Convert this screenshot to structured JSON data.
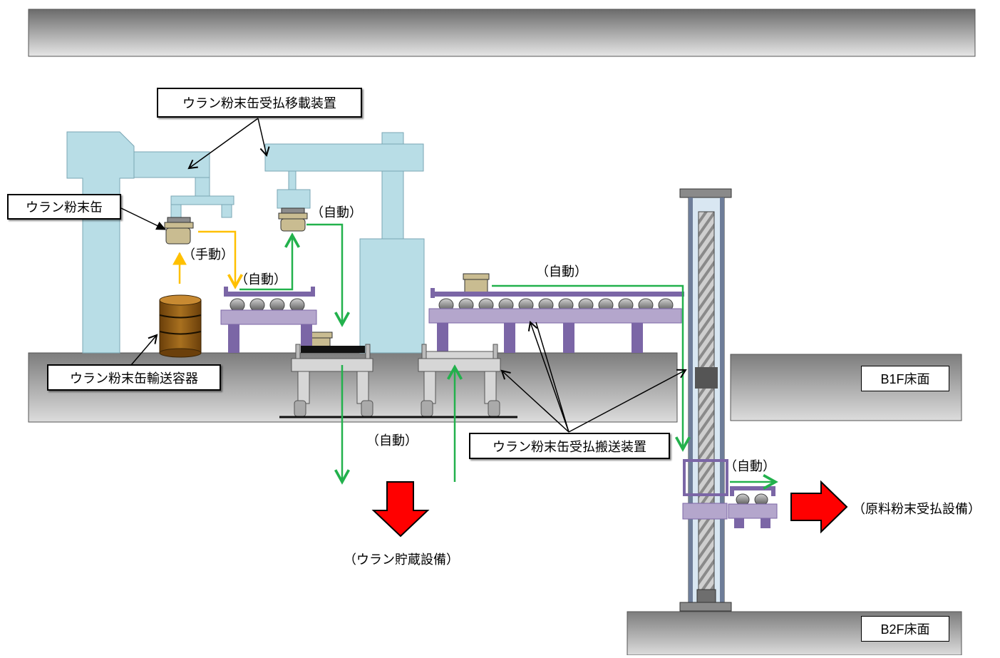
{
  "labels": {
    "transfer_device": "ウラン粉末缶受払移載装置",
    "powder_can": "ウラン粉末缶",
    "transport_container": "ウラン粉末缶輸送容器",
    "conveyor_device": "ウラン粉末缶受払搬送装置",
    "manual": "（手動）",
    "auto": "（自動）",
    "uranium_storage": "（ウラン貯蔵設備）",
    "raw_powder": "（原料粉末受払設備）",
    "b1f_floor": "B1F床面",
    "b2f_floor": "B2F床面"
  },
  "colors": {
    "equipment_blue": "#b8dde6",
    "conveyor_purple": "#b4a6cc",
    "conveyor_dark": "#7b66a6",
    "can_fill": "#c9bc91",
    "drum_brown": "#8e5a16",
    "floor_gray": "#8e8e8e",
    "flow_green": "#22b14c",
    "manual_orange": "#ffc000",
    "exit_red": "#ff0000"
  }
}
